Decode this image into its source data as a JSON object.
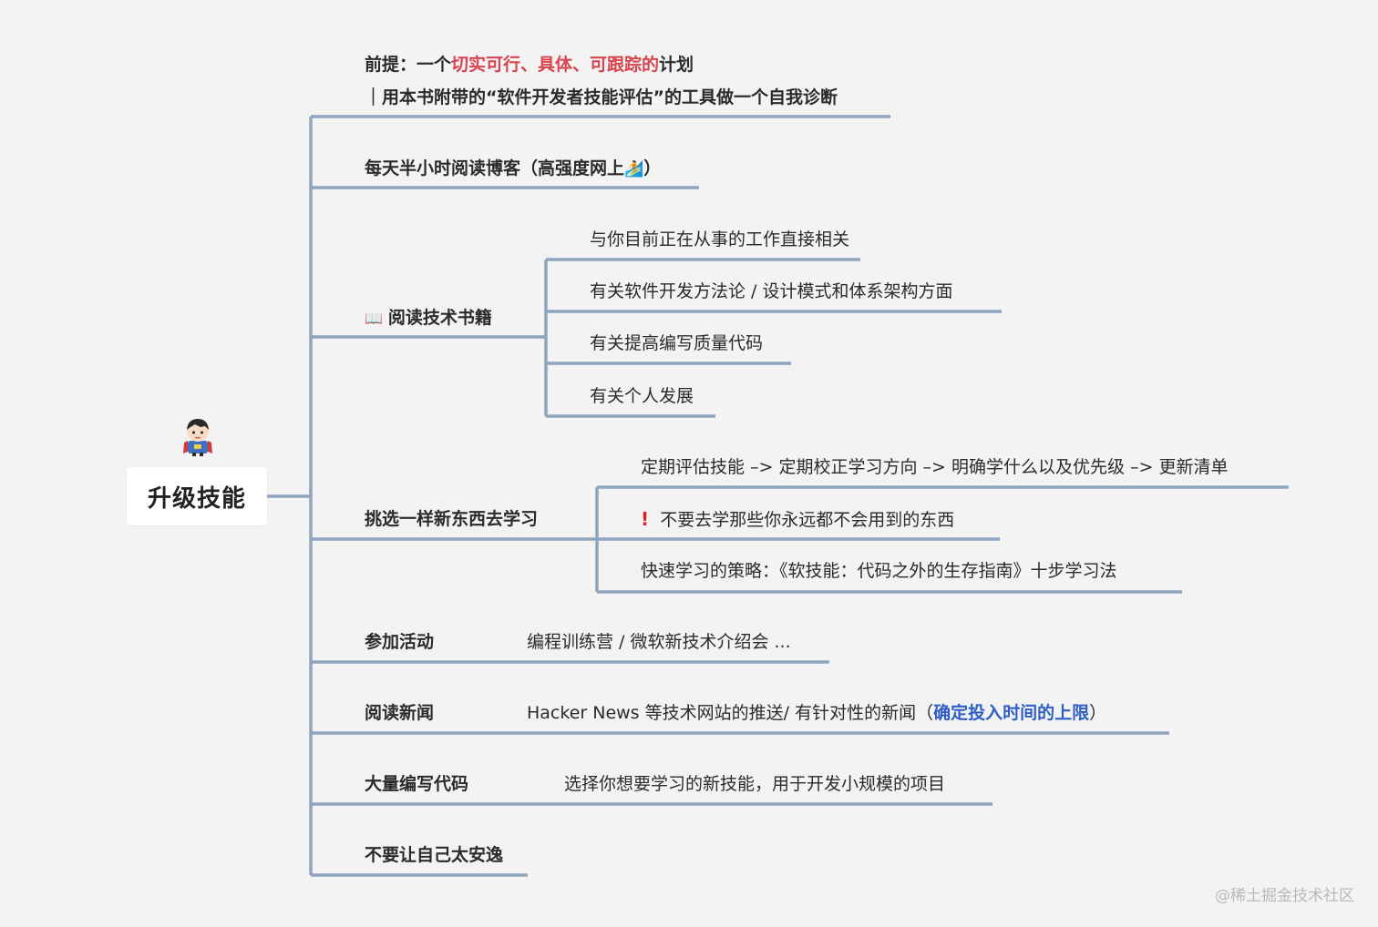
{
  "colors": {
    "background": "#f3f3f4",
    "line": "#8fa5be",
    "highlight_red": "#d9454f",
    "highlight_blue": "#2f5fc4",
    "warning": "#e02020"
  },
  "root": {
    "label": "升级技能",
    "avatar_icon": "superhero-avatar-icon"
  },
  "branches": {
    "premise": {
      "prefix": "前提：一个",
      "highlight": "切实可行、具体、可跟踪的",
      "suffix": "计划",
      "line2": "｜用本书附带的“软件开发者技能评估”的工具做一个自我诊断"
    },
    "blogs": {
      "label": "每天半小时阅读博客（高强度网上",
      "icon": "surfer-icon",
      "close": "）"
    },
    "books": {
      "icon": "book-icon",
      "label": "阅读技术书籍",
      "children": [
        "与你目前正在从事的工作直接相关",
        "有关软件开发方法论 / 设计模式和体系架构方面",
        "有关提高编写质量代码",
        "有关个人发展"
      ]
    },
    "learn": {
      "label": "挑选一样新东西去学习",
      "child1": "定期评估技能 –> 定期校正学习方向 –> 明确学什么以及优先级 –> 更新清单",
      "child2_icon": "exclamation-icon",
      "child2": "不要去学那些你永远都不会用到的东西",
      "child3": "快速学习的策略：《软技能：代码之外的生存指南》十步学习法"
    },
    "events": {
      "label": "参加活动",
      "detail": "编程训练营 / 微软新技术介绍会 ..."
    },
    "news": {
      "label": "阅读新闻",
      "detail_prefix": "Hacker News 等技术网站的推送/ 有针对性的新闻（",
      "detail_highlight": "确定投入时间的上限",
      "detail_suffix": "）"
    },
    "coding": {
      "label": "大量编写代码",
      "detail": "选择你想要学习的新技能，用于开发小规模的项目"
    },
    "comfort": {
      "label": "不要让自己太安逸"
    }
  },
  "watermark": "@稀土掘金技术社区"
}
